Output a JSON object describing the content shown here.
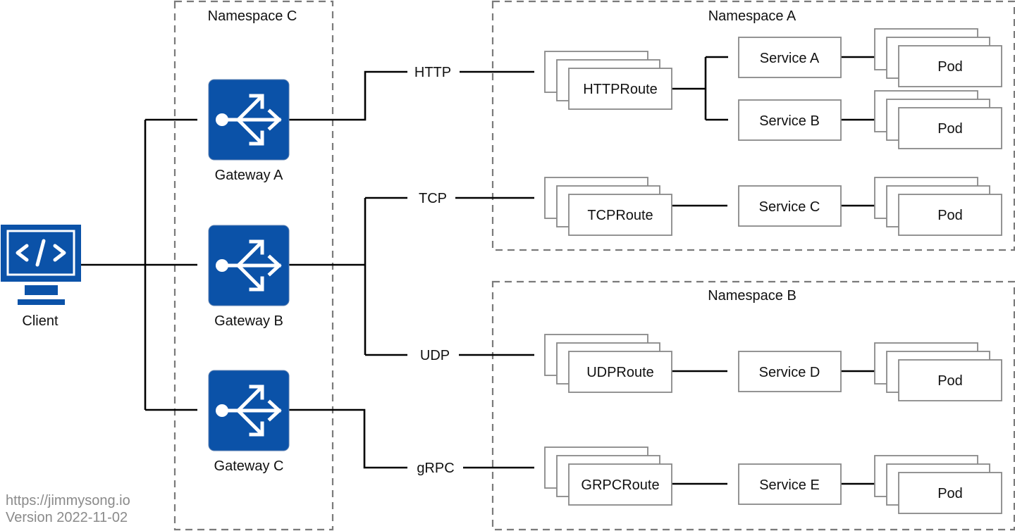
{
  "client": {
    "label": "Client",
    "icon": "code-monitor-icon"
  },
  "namespaces": {
    "c": "Namespace C",
    "a": "Namespace A",
    "b": "Namespace B"
  },
  "gateways": [
    {
      "label": "Gateway A",
      "icon": "gateway-split-arrows-icon"
    },
    {
      "label": "Gateway B",
      "icon": "gateway-split-arrows-icon"
    },
    {
      "label": "Gateway C",
      "icon": "gateway-split-arrows-icon"
    }
  ],
  "protocols": [
    "HTTP",
    "TCP",
    "UDP",
    "gRPC"
  ],
  "routes": [
    "HTTPRoute",
    "TCPRoute",
    "UDPRoute",
    "GRPCRoute"
  ],
  "services": [
    "Service A",
    "Service B",
    "Service C",
    "Service D",
    "Service E"
  ],
  "pods": [
    "Pod",
    "Pod",
    "Pod",
    "Pod",
    "Pod"
  ],
  "footer": {
    "url": "https://jimmysong.io",
    "version": "Version 2022-11-02"
  },
  "colors": {
    "gateway_blue": "#0b52a8",
    "namespace_border": "#7a7a7a"
  }
}
